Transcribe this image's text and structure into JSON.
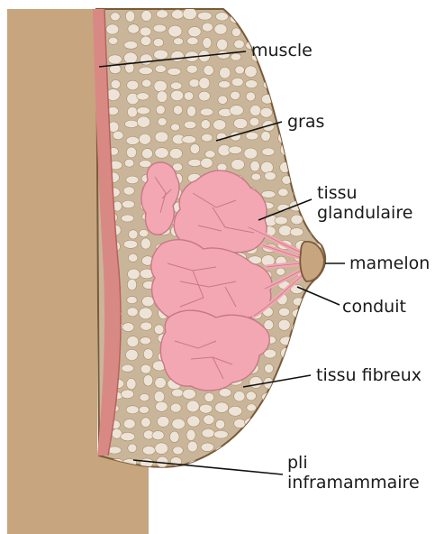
{
  "labels": {
    "muscle": "muscle",
    "fat": "gras",
    "glandular_line1": "tissu",
    "glandular_line2": "glandulaire",
    "nipple": "mamelon",
    "duct": "conduit",
    "fibrous": "tissu fibreux",
    "fold_line1": "pli",
    "fold_line2": "inframammaire"
  },
  "colors": {
    "skin": "#c6a57f",
    "skin_dark": "#b08c66",
    "outline": "#7a5a38",
    "fat_fill": "#ece4d8",
    "fat_bg": "#c9b69a",
    "muscle": "#d98984",
    "muscle_dark": "#b9605e",
    "gland": "#f3a7b3",
    "gland_dark": "#c77886",
    "leader": "#111111"
  }
}
